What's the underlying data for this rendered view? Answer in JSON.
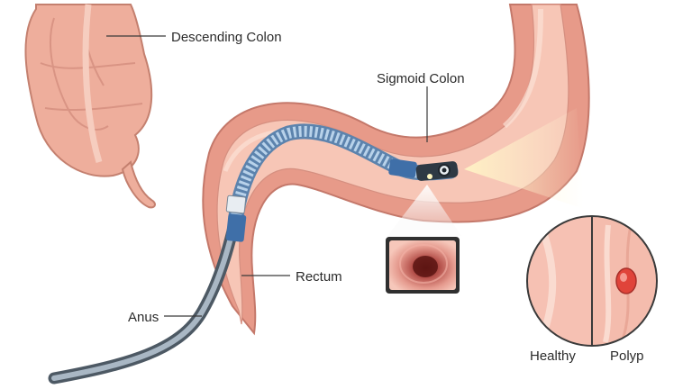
{
  "labels": {
    "descending_colon": "Descending Colon",
    "sigmoid_colon": "Sigmoid Colon",
    "rectum": "Rectum",
    "anus": "Anus",
    "healthy": "Healthy",
    "polyp": "Polyp"
  },
  "colors": {
    "colon_wall": "#f3b3a4",
    "colon_outline": "#c9786a",
    "lumen": "#f9d2c4",
    "colon_outer_tissue": "#e79a89",
    "scope_body": "#a9c8e4",
    "scope_band": "#3f6fa8",
    "cable": "#6b7784",
    "light_beam": "#fff3cf",
    "polyp": "#e0443a",
    "outline": "#3a3a3a"
  },
  "icons": {
    "scope_tip": "camera-lens-icon",
    "view_inset": "endoscope-view-icon",
    "comparison": "tissue-comparison-icon"
  }
}
